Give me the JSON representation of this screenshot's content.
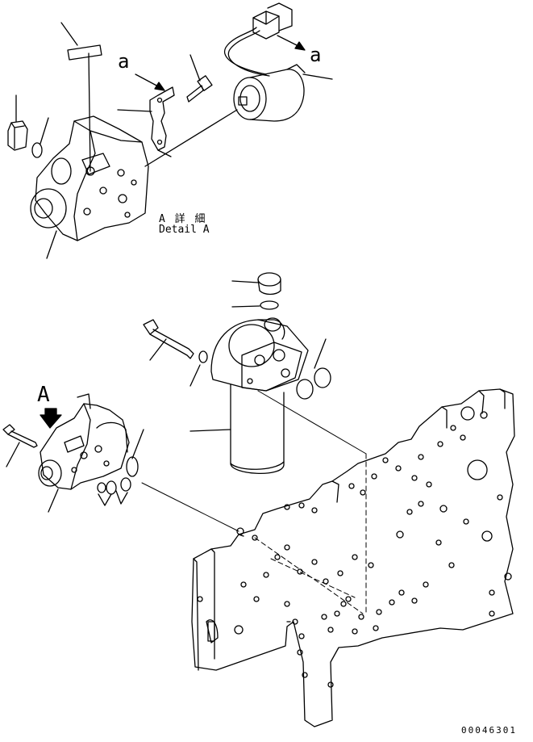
{
  "labels": {
    "a_top": "a",
    "a_right": "a",
    "detail_jp": "A 詳 細",
    "detail_en": "Detail A",
    "view_arrow": "A",
    "drawing_number": "00046301"
  },
  "colors": {
    "line": "#000000",
    "background": "#ffffff"
  }
}
